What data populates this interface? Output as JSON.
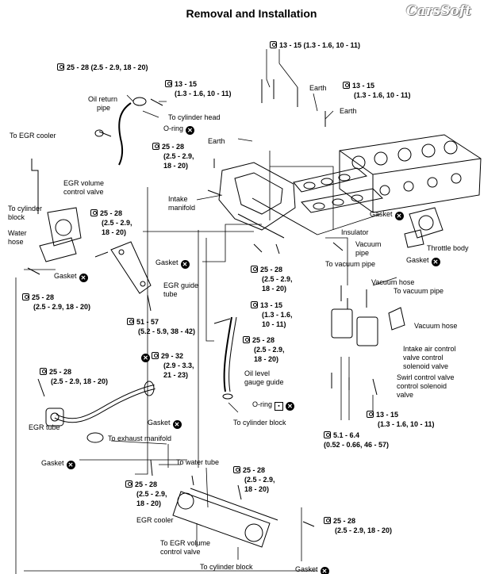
{
  "page": {
    "title": "Removal and Installation",
    "watermark": "CarsSoft"
  },
  "torque_specs": {
    "t13_top": "13 - 15 (1.3 - 1.6, 10 - 11)",
    "t25_oil_return": "25 - 28 (2.5 - 2.9, 18 - 20)",
    "t13_oil_return_a": "13 - 15",
    "t13_oil_return_b": "(1.3 - 1.6, 10 - 11)",
    "t13_earth_a": "13 - 15",
    "t13_earth_b": "(1.3 - 1.6, 10 - 11)",
    "t25_intake_a": "25 - 28",
    "t25_intake_b": "(2.5 - 2.9,",
    "t25_intake_c": "18 - 20)",
    "t25_egr_vol_a": "25 - 28",
    "t25_egr_vol_b": "(2.5 - 2.9,",
    "t25_egr_vol_c": "18 - 20)",
    "t25_center_a": "25 - 28",
    "t25_center_b": "(2.5 - 2.9,",
    "t25_center_c": "18 - 20)",
    "t13_center_a": "13 - 15",
    "t13_center_b": "(1.3 - 1.6,",
    "t13_center_c": "10 - 11)",
    "t25_gauge_a": "25 - 28",
    "t25_gauge_b": "(2.5 - 2.9,",
    "t25_gauge_c": "18 - 20)",
    "t25_left_a": "25 - 28",
    "t25_left_b": "(2.5 - 2.9, 18 - 20)",
    "t51_a": "51 - 57",
    "t51_b": "(5.2 - 5.9, 38 - 42)",
    "t29_a": "29 - 32",
    "t29_b": "(2.9 - 3.3,",
    "t29_c": "21 - 23)",
    "t25_egr_tube_a": "25 - 28",
    "t25_egr_tube_b": "(2.5 - 2.9, 18 - 20)",
    "t13_solenoid_a": "13 - 15",
    "t13_solenoid_b": "(1.3 - 1.6, 10 - 11)",
    "t51_solenoid_a": "5.1 - 6.4",
    "t51_solenoid_b": "(0.52 - 0.66, 46 - 57)",
    "t25_cooler_left_a": "25 - 28",
    "t25_cooler_left_b": "(2.5 - 2.9,",
    "t25_cooler_left_c": "18 - 20)",
    "t25_cooler_right_a": "25 - 28",
    "t25_cooler_right_b": "(2.5 - 2.9,",
    "t25_cooler_right_c": "18 - 20)",
    "t25_bottom_right_a": "25 - 28",
    "t25_bottom_right_b": "(2.5 - 2.9, 18 - 20)"
  },
  "labels": {
    "oil_return_pipe_a": "Oil return",
    "oil_return_pipe_b": "pipe",
    "to_cylinder_head": "To cylinder head",
    "o_ring_top": "O-ring",
    "earth_a": "Earth",
    "earth_b": "Earth",
    "earth_c": "Earth",
    "to_egr_cooler": "To EGR cooler",
    "egr_volume_control_valve_a": "EGR volume",
    "egr_volume_control_valve_b": "control valve",
    "to_cylinder_block_a": "To cylinder",
    "to_cylinder_block_b": "block",
    "water_hose_a": "Water",
    "water_hose_b": "hose",
    "gasket_left": "Gasket",
    "intake_manifold_a": "Intake",
    "intake_manifold_b": "manifold",
    "gasket_mid": "Gasket",
    "gasket_right": "Gasket",
    "insulator": "Insulator",
    "throttle_body": "Throttle body",
    "gasket_throttle": "Gasket",
    "vacuum_pipe_a": "Vacuum",
    "vacuum_pipe_b": "pipe",
    "to_vacuum_pipe_a": "To vacuum pipe",
    "vacuum_hose": "Vacuum hose",
    "to_vacuum_pipe_b": "To vacuum pipe",
    "vacuum_hose_b": "Vacuum hose",
    "intake_air_control_a": "Intake air control",
    "intake_air_control_b": "valve control",
    "intake_air_control_c": "solenoid valve",
    "swirl_control_a": "Swirl control valve",
    "swirl_control_b": "control solenoid",
    "swirl_control_c": "valve",
    "egr_guide_tube_a": "EGR guide",
    "egr_guide_tube_b": "tube",
    "oil_level_gauge_guide_a": "Oil level",
    "oil_level_gauge_guide_b": "gauge guide",
    "o_ring_gauge": "O-ring",
    "to_cylinder_block_gauge": "To cylinder block",
    "gasket_egr_tube": "Gasket",
    "to_exhaust_manifold": "To exhaust manifold",
    "egr_tube": "EGR tube",
    "gasket_egr_bottom": "Gasket",
    "to_water_tube": "To water tube",
    "egr_cooler": "EGR cooler",
    "to_egr_volume_control_valve_a": "To EGR volume",
    "to_egr_volume_control_valve_b": "control valve",
    "to_cylinder_block_bottom": "To cylinder block",
    "gasket_bottom": "Gasket"
  },
  "symbols": {
    "torque_icon": "wrench-socket-icon",
    "replace_icon": "do-not-reuse-x-icon",
    "x": "✕",
    "sealant_icon": "apply-oil-icon"
  }
}
